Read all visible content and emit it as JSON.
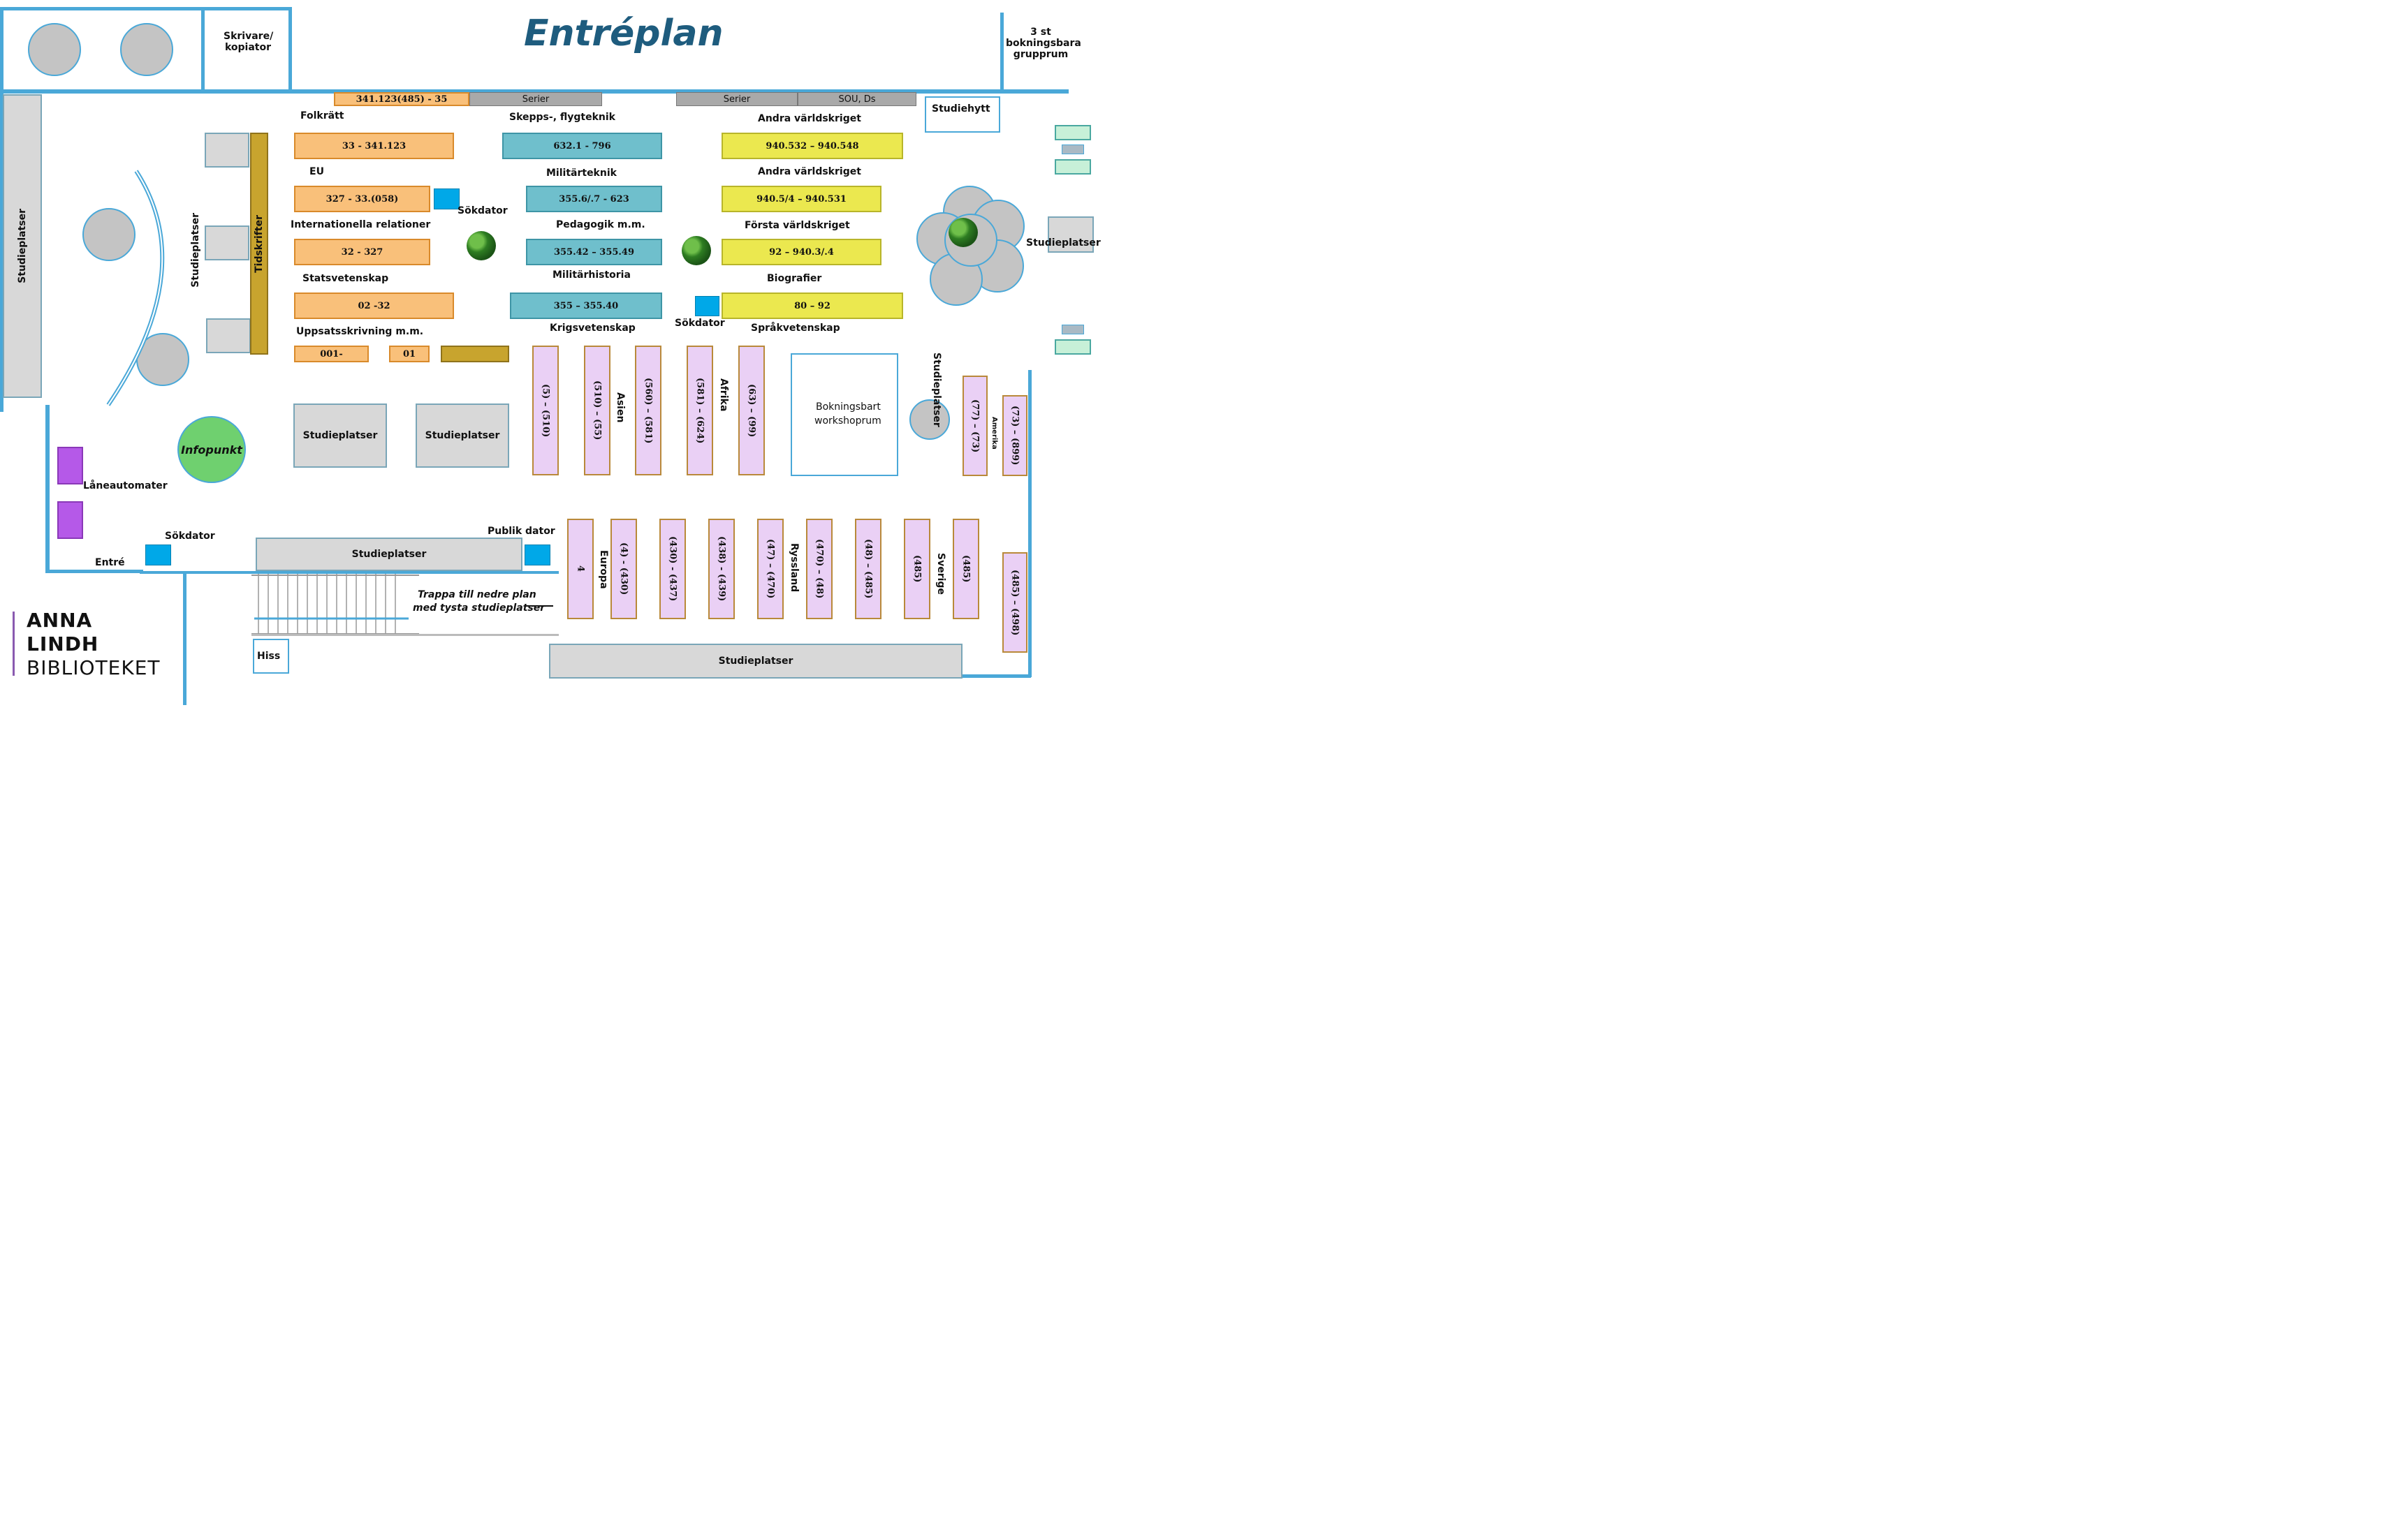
{
  "title": "Entréplan",
  "logo": {
    "line1": "ANNA",
    "line2": "LINDH",
    "line3": "BIBLIOTEKET"
  },
  "top_rooms": {
    "printer": "Skrivare/ kopiator",
    "group_rooms": "3 st bokningsbara grupprum",
    "study_booth": "Studiehytt"
  },
  "top_shelves": {
    "orange_top": "341.123(485) - 35",
    "serier_1": "Serier",
    "serier_2": "Serier",
    "sou": "SOU, Ds"
  },
  "orange_column": {
    "folkratt_label": "Folkrätt",
    "folkratt_shelf": "33 - 341.123",
    "eu_label": "EU",
    "eu_shelf": "327 - 33.(058)",
    "intrel_label": "Internationella relationer",
    "intrel_shelf": "32 - 327",
    "stat_label": "Statsvetenskap",
    "stat_shelf": "02 -32",
    "uppsats_label": "Uppsatsskrivning m.m.",
    "shelf_001": "001-",
    "shelf_01": "01"
  },
  "teal_column": {
    "skepps_label": "Skepps-, flygteknik",
    "skepps_shelf": "632.1 - 796",
    "militar_label": "Militärteknik",
    "militar_shelf": "355.6/.7 - 623",
    "pedagogik_label": "Pedagogik m.m.",
    "pedagogik_shelf": "355.42 – 355.49",
    "milhist_label": "Militärhistoria",
    "milhist_shelf": "355 – 355.40",
    "krig_label": "Krigsvetenskap"
  },
  "yellow_column": {
    "avk1_label": "Andra världskriget",
    "avk1_shelf": "940.532 – 940.548",
    "avk2_label": "Andra världskriget",
    "avk2_shelf": "940.5/4 – 940.531",
    "fvk_label": "Första världskriget",
    "fvk_shelf": "92 – 940.3/.4",
    "bio_label": "Biografier",
    "bio_shelf": "80 – 92",
    "sprak_label": "Språkvetenskap"
  },
  "labels": {
    "sokdator_1": "Sökdator",
    "sokdator_2": "Sökdator",
    "sokdator_3": "Sökdator",
    "tidskrifter": "Tidskrifter",
    "studieplatser_left": "Studieplatser",
    "studieplatser_mid_vert": "Studieplatser",
    "studieplatser_box1": "Studieplatser",
    "studieplatser_box2": "Studieplatser",
    "studieplatser_right": "Studieplatser",
    "studieplatser_workshop": "Studieplatser",
    "studieplatser_stairs": "Studieplatser",
    "studieplatser_bottom": "Studieplatser",
    "infopunkt": "Infopunkt",
    "laneautomater": "Låneautomater",
    "entre": "Entré",
    "publik_dator": "Publik dator",
    "trappa": "Trappa till nedre plan",
    "trappa2": "med tysta studieplatser",
    "hiss": "Hiss",
    "workshop1": "Bokningsbart",
    "workshop2": "workshoprum",
    "asien": "Asien",
    "afrika": "Afrika",
    "amerika": "Amerika",
    "europa": "Europa",
    "ryssland": "Ryssland",
    "sverige": "Sverige"
  },
  "geo_shelves_upper": [
    "(5) – (510)",
    "(510) – (55)",
    "(560) – (581)",
    "(581) – (624)",
    "(63) – (99)",
    "(77) – (73)",
    "(73) – (899)"
  ],
  "geo_shelves_lower": [
    "4",
    "(4) - (430)",
    "(430) - (437)",
    "(438) - (439)",
    "(47) – (470)",
    "(470) – (48)",
    "(48) – (485)",
    "(485)",
    "(485)",
    "(485) – (498)"
  ],
  "colors": {
    "wall": "#4aa8d8",
    "orange": "#f9c07a",
    "teal": "#6fbfcc",
    "yellow": "#ebe84f",
    "lilac": "#ead0f5",
    "title": "#1e5c7e",
    "infopunkt": "#6fd06f"
  }
}
